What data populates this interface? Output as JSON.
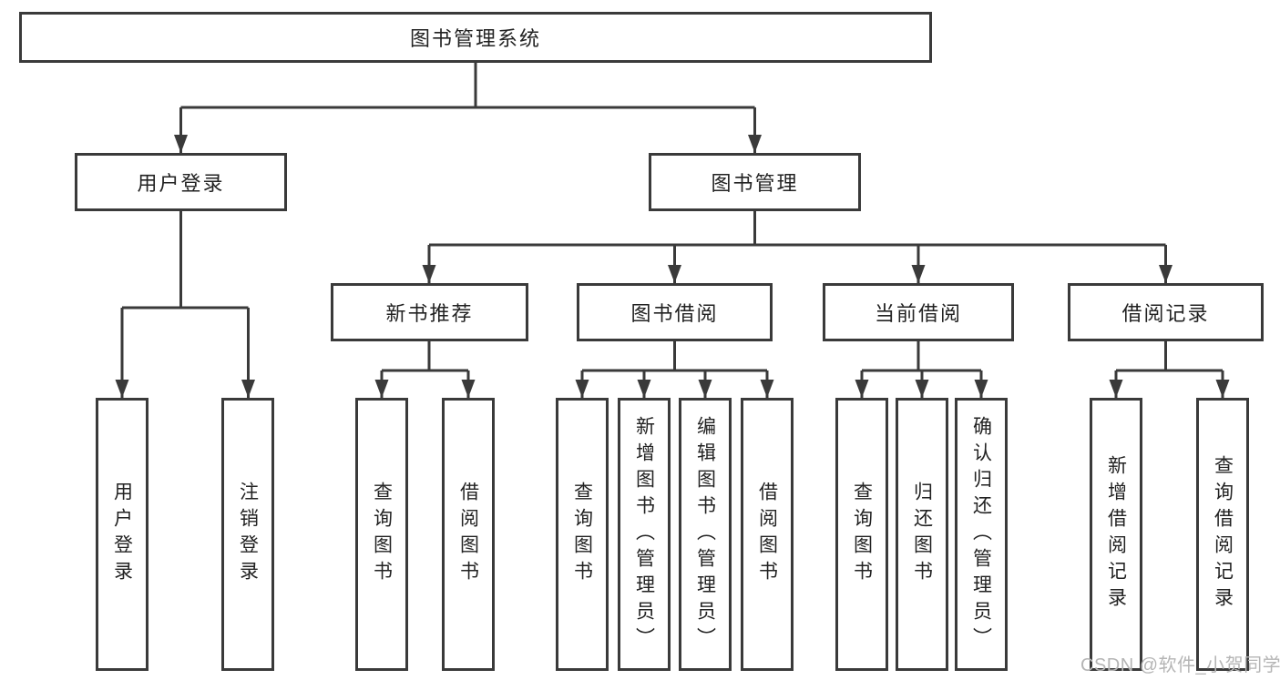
{
  "tree": {
    "label": "图书管理系统",
    "children": [
      {
        "label": "用户登录",
        "children": [
          {
            "label": "用户登录"
          },
          {
            "label": "注销登录"
          }
        ]
      },
      {
        "label": "图书管理",
        "children": [
          {
            "label": "新书推荐",
            "children": [
              {
                "label": "查询图书"
              },
              {
                "label": "借阅图书"
              }
            ]
          },
          {
            "label": "图书借阅",
            "children": [
              {
                "label": "查询图书"
              },
              {
                "label": "新增图书（管理员）"
              },
              {
                "label": "编辑图书（管理员）"
              },
              {
                "label": "借阅图书"
              }
            ]
          },
          {
            "label": "当前借阅",
            "children": [
              {
                "label": "查询图书"
              },
              {
                "label": "归还图书"
              },
              {
                "label": "确认归还（管理员）"
              }
            ]
          },
          {
            "label": "借阅记录",
            "children": [
              {
                "label": "新增借阅记录"
              },
              {
                "label": "查询借阅记录"
              }
            ]
          }
        ]
      }
    ]
  },
  "watermark": "CSDN @软件_小贺同学",
  "colors": {
    "line": "#3a3a3a",
    "text": "#222222",
    "watermark": "#b5b5b5",
    "background": "#ffffff"
  }
}
